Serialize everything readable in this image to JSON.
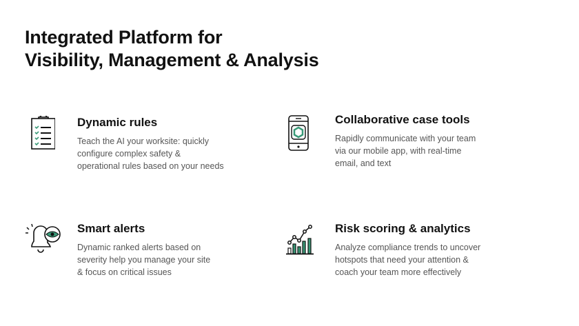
{
  "title": {
    "line1": "Integrated Platform for",
    "line2": "Visibility, Management & Analysis"
  },
  "accent": "#3a9a78",
  "features": [
    {
      "icon": "clipboard-checklist-icon",
      "heading": "Dynamic rules",
      "lines": [
        "Teach the AI your worksite: quickly",
        "configure complex safety &",
        "operational rules based on your needs"
      ]
    },
    {
      "icon": "mobile-phone-icon",
      "heading": "Collaborative case tools",
      "lines": [
        "Rapidly communicate with your team",
        "via our mobile app, with real-time",
        "email, and text"
      ]
    },
    {
      "icon": "bell-eye-icon",
      "heading": "Smart alerts",
      "lines": [
        "Dynamic ranked alerts based on",
        "severity help you manage your site",
        "& focus on critical issues"
      ]
    },
    {
      "icon": "bar-line-chart-icon",
      "heading": "Risk scoring & analytics",
      "lines": [
        "Analyze compliance trends to uncover",
        "hotspots that need your attention &",
        "coach your team more effectively"
      ]
    }
  ]
}
